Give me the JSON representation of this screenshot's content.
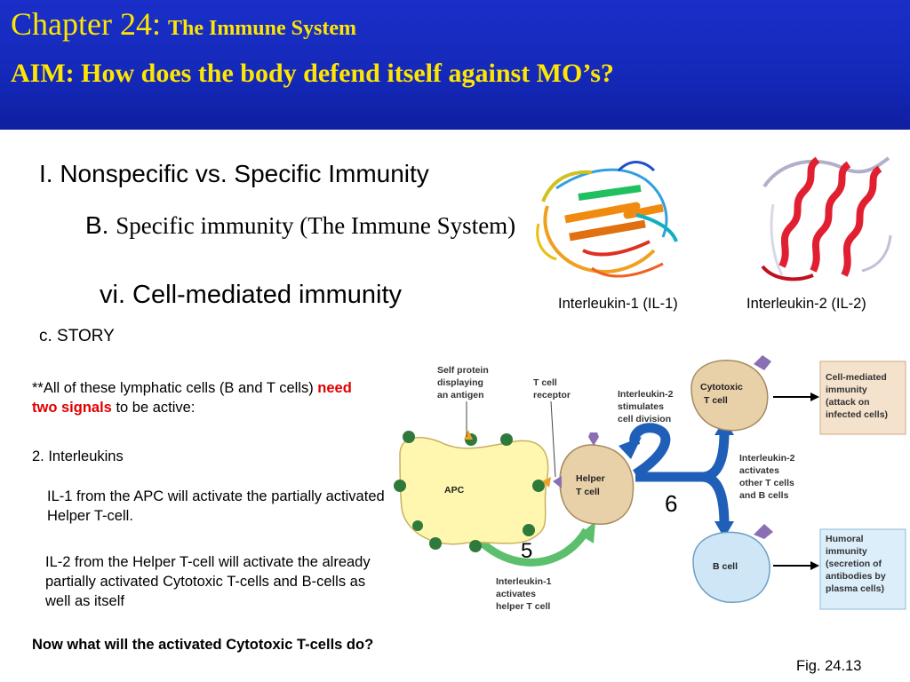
{
  "header": {
    "chapter": "Chapter 24:",
    "chapter_subtitle": "The Immune System",
    "aim": "AIM: How does the body defend itself  against MO’s?"
  },
  "outline": {
    "level1": "I. Nonspecific vs. Specific Immunity",
    "level2_prefix": "B.",
    "level2_text": "Specific immunity (The Immune System)",
    "level3": "vi. Cell-mediated immunity",
    "level4": "c. STORY"
  },
  "notes": {
    "signals_before": "**All of these lymphatic cells (B and T cells)",
    "signals_highlight": "need two signals",
    "signals_after": "to be active:",
    "interleukins": "2. Interleukins",
    "il1": "IL-1 from the APC will activate the partially activated Helper T-cell.",
    "il2": "IL-2 from the Helper T-cell will activate the already partially activated Cytotoxic T-cells and B-cells as well as itself",
    "question": "Now what will the activated Cytotoxic T-cells do?",
    "figure": "Fig. 24.13"
  },
  "images": {
    "il1_caption": "Interleukin-1 (IL-1)",
    "il2_caption": "Interleukin-2 (IL-2)"
  },
  "diagram": {
    "self_protein": [
      "Self protein",
      "displaying",
      "an antigen"
    ],
    "tcell_receptor": [
      "T cell",
      "receptor"
    ],
    "il2_stimulates": [
      "Interleukin-2",
      "stimulates",
      "cell division"
    ],
    "il2_activates": [
      "Interleukin-2",
      "activates",
      "other T cells",
      "and B cells"
    ],
    "il1_activates": [
      "Interleukin-1",
      "activates",
      "helper T cell"
    ],
    "apc": "APC",
    "helper": [
      "Helper",
      "T cell"
    ],
    "cytotoxic": [
      "Cytotoxic",
      "T cell"
    ],
    "bcell": "B cell",
    "cell_mediated_box": [
      "Cell-mediated",
      "immunity",
      "(attack on",
      "infected cells)"
    ],
    "humoral_box": [
      "Humoral",
      "immunity",
      "(secretion of",
      "antibodies by",
      "plasma cells)"
    ],
    "step5": "5",
    "step6": "6"
  },
  "colors": {
    "header_bg": "#1428b8",
    "header_text": "#ffe600",
    "highlight": "#e00000",
    "apc_fill": "#fff7b0",
    "cell_fill": "#e8d0a8",
    "bcell_fill": "#cfe6f7",
    "blue_arrow": "#1f5fb8",
    "green_arrow": "#5cbf6e",
    "receptor": "#8a6fb5",
    "box_fill": "#f5e2cc",
    "box_fill_blue": "#dceefa"
  }
}
